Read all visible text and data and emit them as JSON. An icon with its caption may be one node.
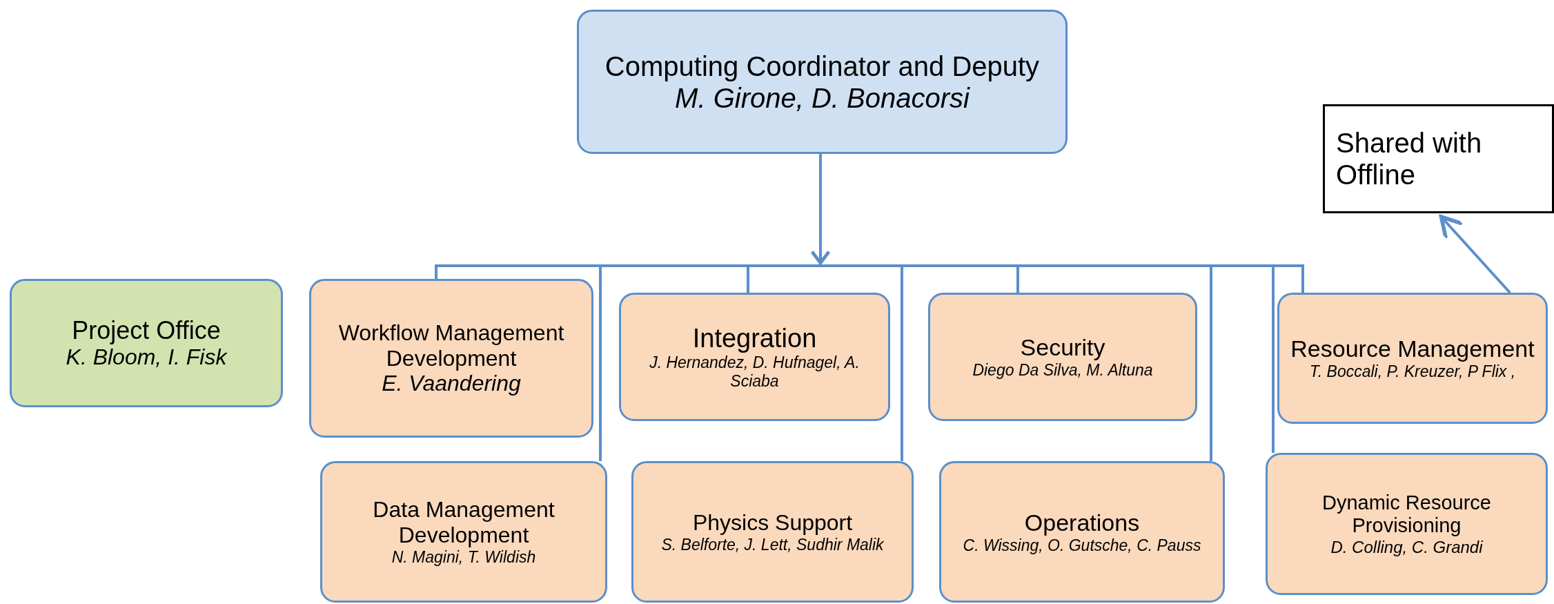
{
  "diagram": {
    "nodes": [
      {
        "text": [
          "Computing Coordinator and Deputy",
          "M. Girone, D. Bonacorsi"
        ]
      },
      {
        "text": [
          "Shared with Offline"
        ]
      },
      {
        "text": [
          "Project Office",
          "K. Bloom, I. Fisk"
        ]
      },
      {
        "text": [
          "Workflow Management Development",
          "E. Vaandering"
        ]
      },
      {
        "text": [
          "Integration",
          "J. Hernandez, D. Hufnagel, A. Sciaba"
        ]
      },
      {
        "text": [
          "Security",
          "Diego Da Silva, M. Altuna"
        ]
      },
      {
        "text": [
          "Resource Management",
          "T. Boccali, P. Kreuzer, P Flix ,"
        ]
      },
      {
        "text": [
          "Data Management Development",
          "N. Magini, T. Wildish"
        ]
      },
      {
        "text": [
          "Physics Support",
          "S. Belforte, J. Lett, Sudhir Malik"
        ]
      },
      {
        "text": [
          "Operations",
          "C. Wissing, O. Gutsche, C. Pauss"
        ]
      },
      {
        "text": [
          "Dynamic Resource Provisioning",
          "D. Colling, C. Grandi"
        ]
      }
    ],
    "edges": [
      {
        "from": 0,
        "to": 3,
        "arrow": "to"
      },
      {
        "from": 0,
        "to": 4,
        "arrow": "to"
      },
      {
        "from": 0,
        "to": 5,
        "arrow": "to"
      },
      {
        "from": 0,
        "to": 6,
        "arrow": "to"
      },
      {
        "from": 0,
        "to": 7,
        "arrow": "to"
      },
      {
        "from": 0,
        "to": 8,
        "arrow": "to"
      },
      {
        "from": 0,
        "to": 9,
        "arrow": "to"
      },
      {
        "from": 0,
        "to": 10,
        "arrow": "to"
      },
      {
        "from": 6,
        "to": 1,
        "arrow": "to"
      }
    ]
  }
}
